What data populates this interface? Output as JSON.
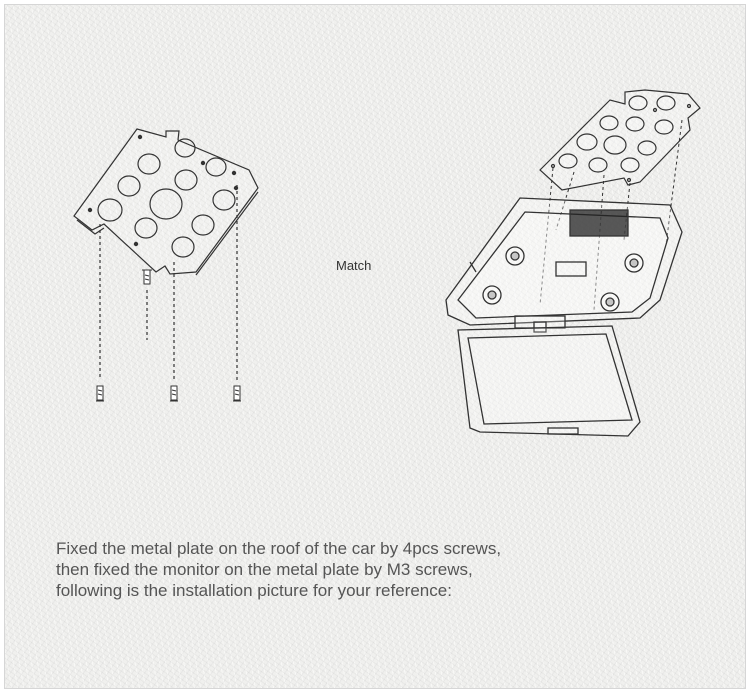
{
  "labels": {
    "match": "Match"
  },
  "caption": {
    "lines": [
      "Fixed the metal plate on the roof of the car by 4pcs screws,",
      "then fixed the monitor on the metal plate by M3 screws,",
      "following is the installation picture for your reference:"
    ]
  },
  "illustration": {
    "left": "metal mounting plate with 4 screws",
    "right": "roof-mount flip-down monitor with metal plate"
  },
  "colors": {
    "background": "#f0f0ee",
    "line": "#333333",
    "text": "#555555"
  }
}
